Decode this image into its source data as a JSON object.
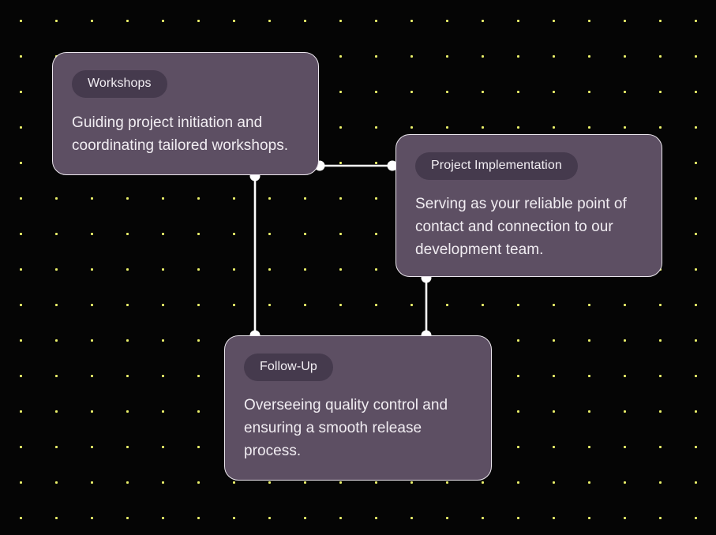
{
  "theme": {
    "background_color": "#050505",
    "grid_dot_color": "#eaf06a",
    "card_color": "#5d4f63",
    "pill_color": "#453a4d",
    "text_color": "#f1edf2",
    "connector_color": "#ffffff"
  },
  "diagram": {
    "type": "flow",
    "cards": [
      {
        "id": "workshops",
        "label": "Workshops",
        "body": "Guiding project initiation and coordinating tailored workshops."
      },
      {
        "id": "project-implementation",
        "label": "Project Implementation",
        "body": "Serving as your reliable point of contact and connection to our development team."
      },
      {
        "id": "follow-up",
        "label": "Follow-Up",
        "body": "Overseeing quality control and ensuring a smooth release process."
      }
    ],
    "connections": [
      {
        "from": "workshops",
        "to": "project-implementation"
      },
      {
        "from": "workshops",
        "to": "follow-up"
      },
      {
        "from": "project-implementation",
        "to": "follow-up"
      }
    ]
  }
}
